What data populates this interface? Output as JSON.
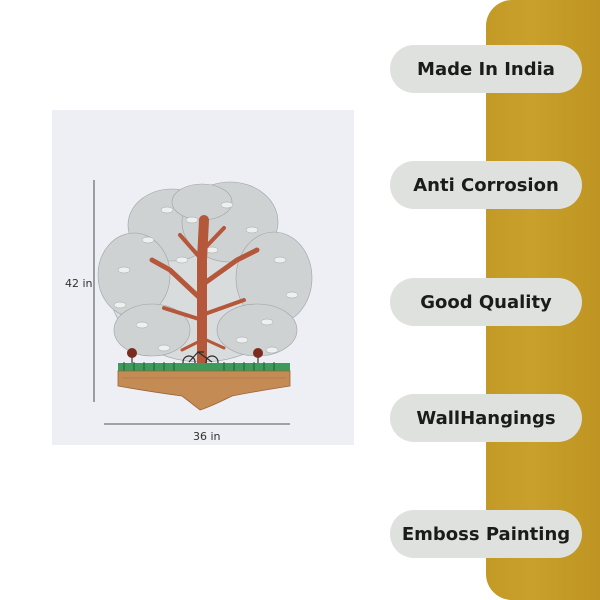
{
  "dimensions": {
    "height_label": "42 in",
    "width_label": "36 in"
  },
  "features": [
    "Made In India",
    "Anti Corrosion",
    "Good Quality",
    "WallHangings",
    "Emboss Painting"
  ],
  "colors": {
    "accent_band": "#c49a26",
    "pill_background": "#dfe1de",
    "panel_background": "#eeeef5",
    "trunk": "#b5573a",
    "leaves": "#cfd2d3",
    "base_wood": "#c58b55",
    "grass": "#3d9a5a"
  }
}
